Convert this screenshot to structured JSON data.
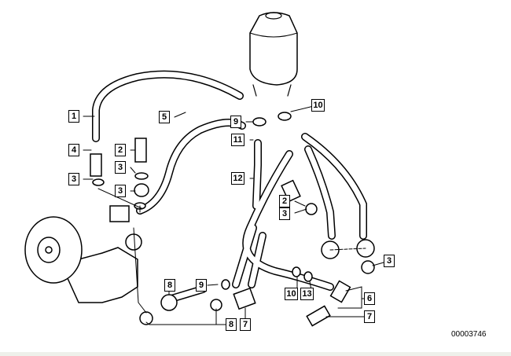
{
  "diagram": {
    "id": "00003746",
    "callouts": [
      {
        "label": "1"
      },
      {
        "label": "4"
      },
      {
        "label": "3"
      },
      {
        "label": "5"
      },
      {
        "label": "2"
      },
      {
        "label": "3"
      },
      {
        "label": "3"
      },
      {
        "label": "9"
      },
      {
        "label": "11"
      },
      {
        "label": "12"
      },
      {
        "label": "10"
      },
      {
        "label": "2"
      },
      {
        "label": "3"
      },
      {
        "label": "3"
      },
      {
        "label": "8"
      },
      {
        "label": "9"
      },
      {
        "label": "10"
      },
      {
        "label": "13"
      },
      {
        "label": "6"
      },
      {
        "label": "7"
      },
      {
        "label": "8"
      },
      {
        "label": "7"
      }
    ]
  }
}
